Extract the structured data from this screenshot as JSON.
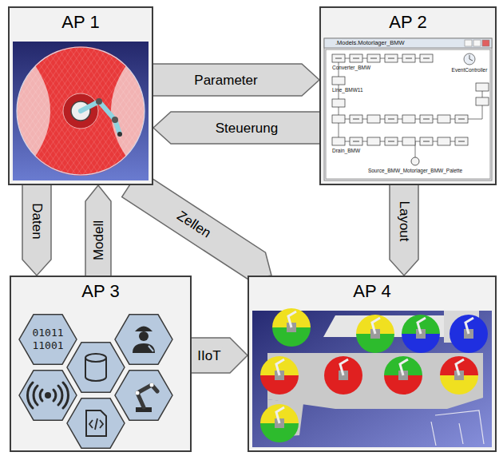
{
  "diagram": {
    "nodes": [
      {
        "text": [
          "AP 1"
        ]
      },
      {
        "text": [
          "AP 2"
        ]
      },
      {
        "text": [
          "AP 3"
        ]
      },
      {
        "text": [
          "AP 4"
        ]
      }
    ],
    "edges": [
      {
        "from": 0,
        "to": 1,
        "label": "Parameter",
        "arrow": "to"
      },
      {
        "from": 1,
        "to": 0,
        "label": "Steuerung",
        "arrow": "to"
      },
      {
        "from": 0,
        "to": 2,
        "label": "Daten",
        "arrow": "to"
      },
      {
        "from": 2,
        "to": 0,
        "label": "Modell",
        "arrow": "to"
      },
      {
        "from": 0,
        "to": 3,
        "label": "Zellen",
        "arrow": "to"
      },
      {
        "from": 1,
        "to": 3,
        "label": "Layout",
        "arrow": "to"
      },
      {
        "from": 2,
        "to": 3,
        "label": "IIoT",
        "arrow": "to"
      }
    ],
    "labels": [
      ".Models.Motorlager_BMW",
      "EventController",
      "Converter_BMW",
      "Line_BMW11",
      "Drain_BMW",
      "Source_BMW_Motorlager_BMW_Palette",
      "01011 11001"
    ]
  }
}
